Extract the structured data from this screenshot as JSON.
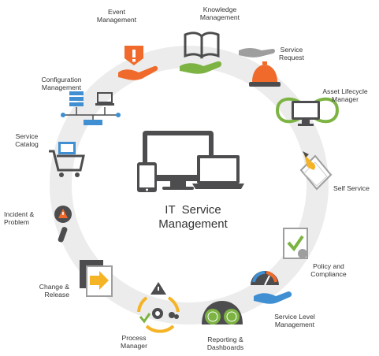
{
  "center": {
    "line1": "IT  Service",
    "line2": "Management"
  },
  "items": [
    {
      "id": "event",
      "line1": "Event",
      "line2": "Management"
    },
    {
      "id": "knowledge",
      "line1": "Knowledge",
      "line2": "Management"
    },
    {
      "id": "service-request",
      "line1": "Service",
      "line2": "Request"
    },
    {
      "id": "asset",
      "line1": "Asset Lifecycle",
      "line2": "Manager"
    },
    {
      "id": "self-service",
      "line1": "Self Service",
      "line2": ""
    },
    {
      "id": "policy",
      "line1": "Policy and",
      "line2": "Compliance"
    },
    {
      "id": "slm",
      "line1": "Service Level",
      "line2": "Management"
    },
    {
      "id": "reporting",
      "line1": "Reporting &",
      "line2": "Dashboards"
    },
    {
      "id": "process",
      "line1": "Process",
      "line2": "Manager"
    },
    {
      "id": "change",
      "line1": "Change &",
      "line2": "Release"
    },
    {
      "id": "incident",
      "line1": "Incident &",
      "line2": "Problem"
    },
    {
      "id": "catalog",
      "line1": "Service",
      "line2": "Catalog"
    },
    {
      "id": "configuration",
      "line1": "Configuration",
      "line2": "Management"
    }
  ],
  "colors": {
    "ring": "#ececec",
    "dark": "#4d4d4f",
    "orange": "#ef6a2b",
    "green": "#7cb342",
    "blue": "#3f8fd2",
    "yellow": "#f5b326",
    "gray": "#9e9e9e"
  },
  "icons": [
    "event-icon",
    "knowledge-icon",
    "service-request-icon",
    "asset-lifecycle-icon",
    "self-service-icon",
    "policy-icon",
    "service-level-icon",
    "reporting-icon",
    "process-icon",
    "change-release-icon",
    "incident-icon",
    "service-catalog-icon",
    "configuration-icon",
    "devices-icon"
  ]
}
